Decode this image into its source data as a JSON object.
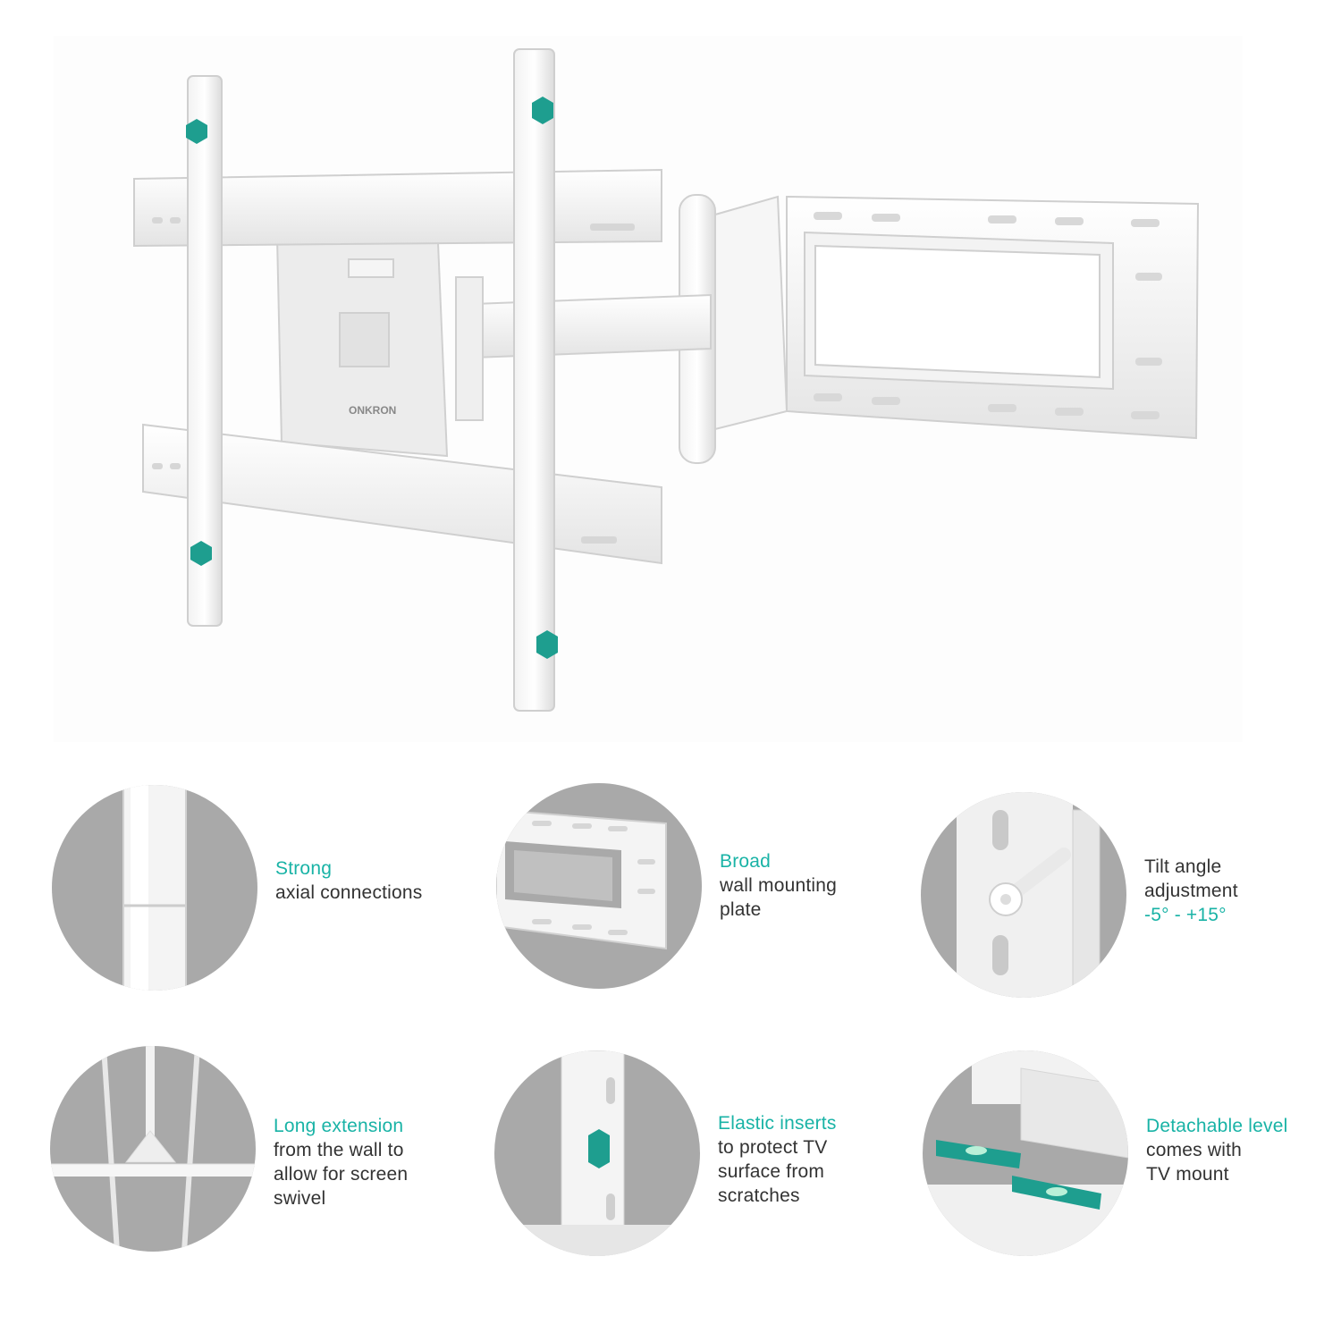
{
  "brand": {
    "logo_text": "ONKRON"
  },
  "colors": {
    "accent": "#19b3a6",
    "text": "#333333",
    "circle_bg": "#a9a9a9",
    "teal_insert": "#1e9e8f"
  },
  "features": [
    {
      "id": "axial",
      "icon": "pole-joint-closeup",
      "accent": "Strong",
      "lines": [
        "axial connections"
      ]
    },
    {
      "id": "plate",
      "icon": "wall-plate-closeup",
      "accent": "Broad",
      "lines": [
        "wall mounting",
        "plate"
      ]
    },
    {
      "id": "tilt",
      "icon": "tilt-knob-closeup",
      "lines_before": [
        "Tilt angle",
        "adjustment"
      ],
      "accent": "-5° - +15°"
    },
    {
      "id": "extension",
      "icon": "arm-extension-closeup",
      "accent": "Long extension",
      "lines": [
        "from the wall to",
        "allow for screen",
        "swivel"
      ]
    },
    {
      "id": "inserts",
      "icon": "elastic-insert-closeup",
      "accent": "Elastic inserts",
      "lines": [
        "to protect TV",
        "surface from",
        "scratches"
      ]
    },
    {
      "id": "level",
      "icon": "bubble-level-closeup",
      "accent": "Detachable level",
      "lines": [
        "comes with",
        "TV mount"
      ]
    }
  ]
}
